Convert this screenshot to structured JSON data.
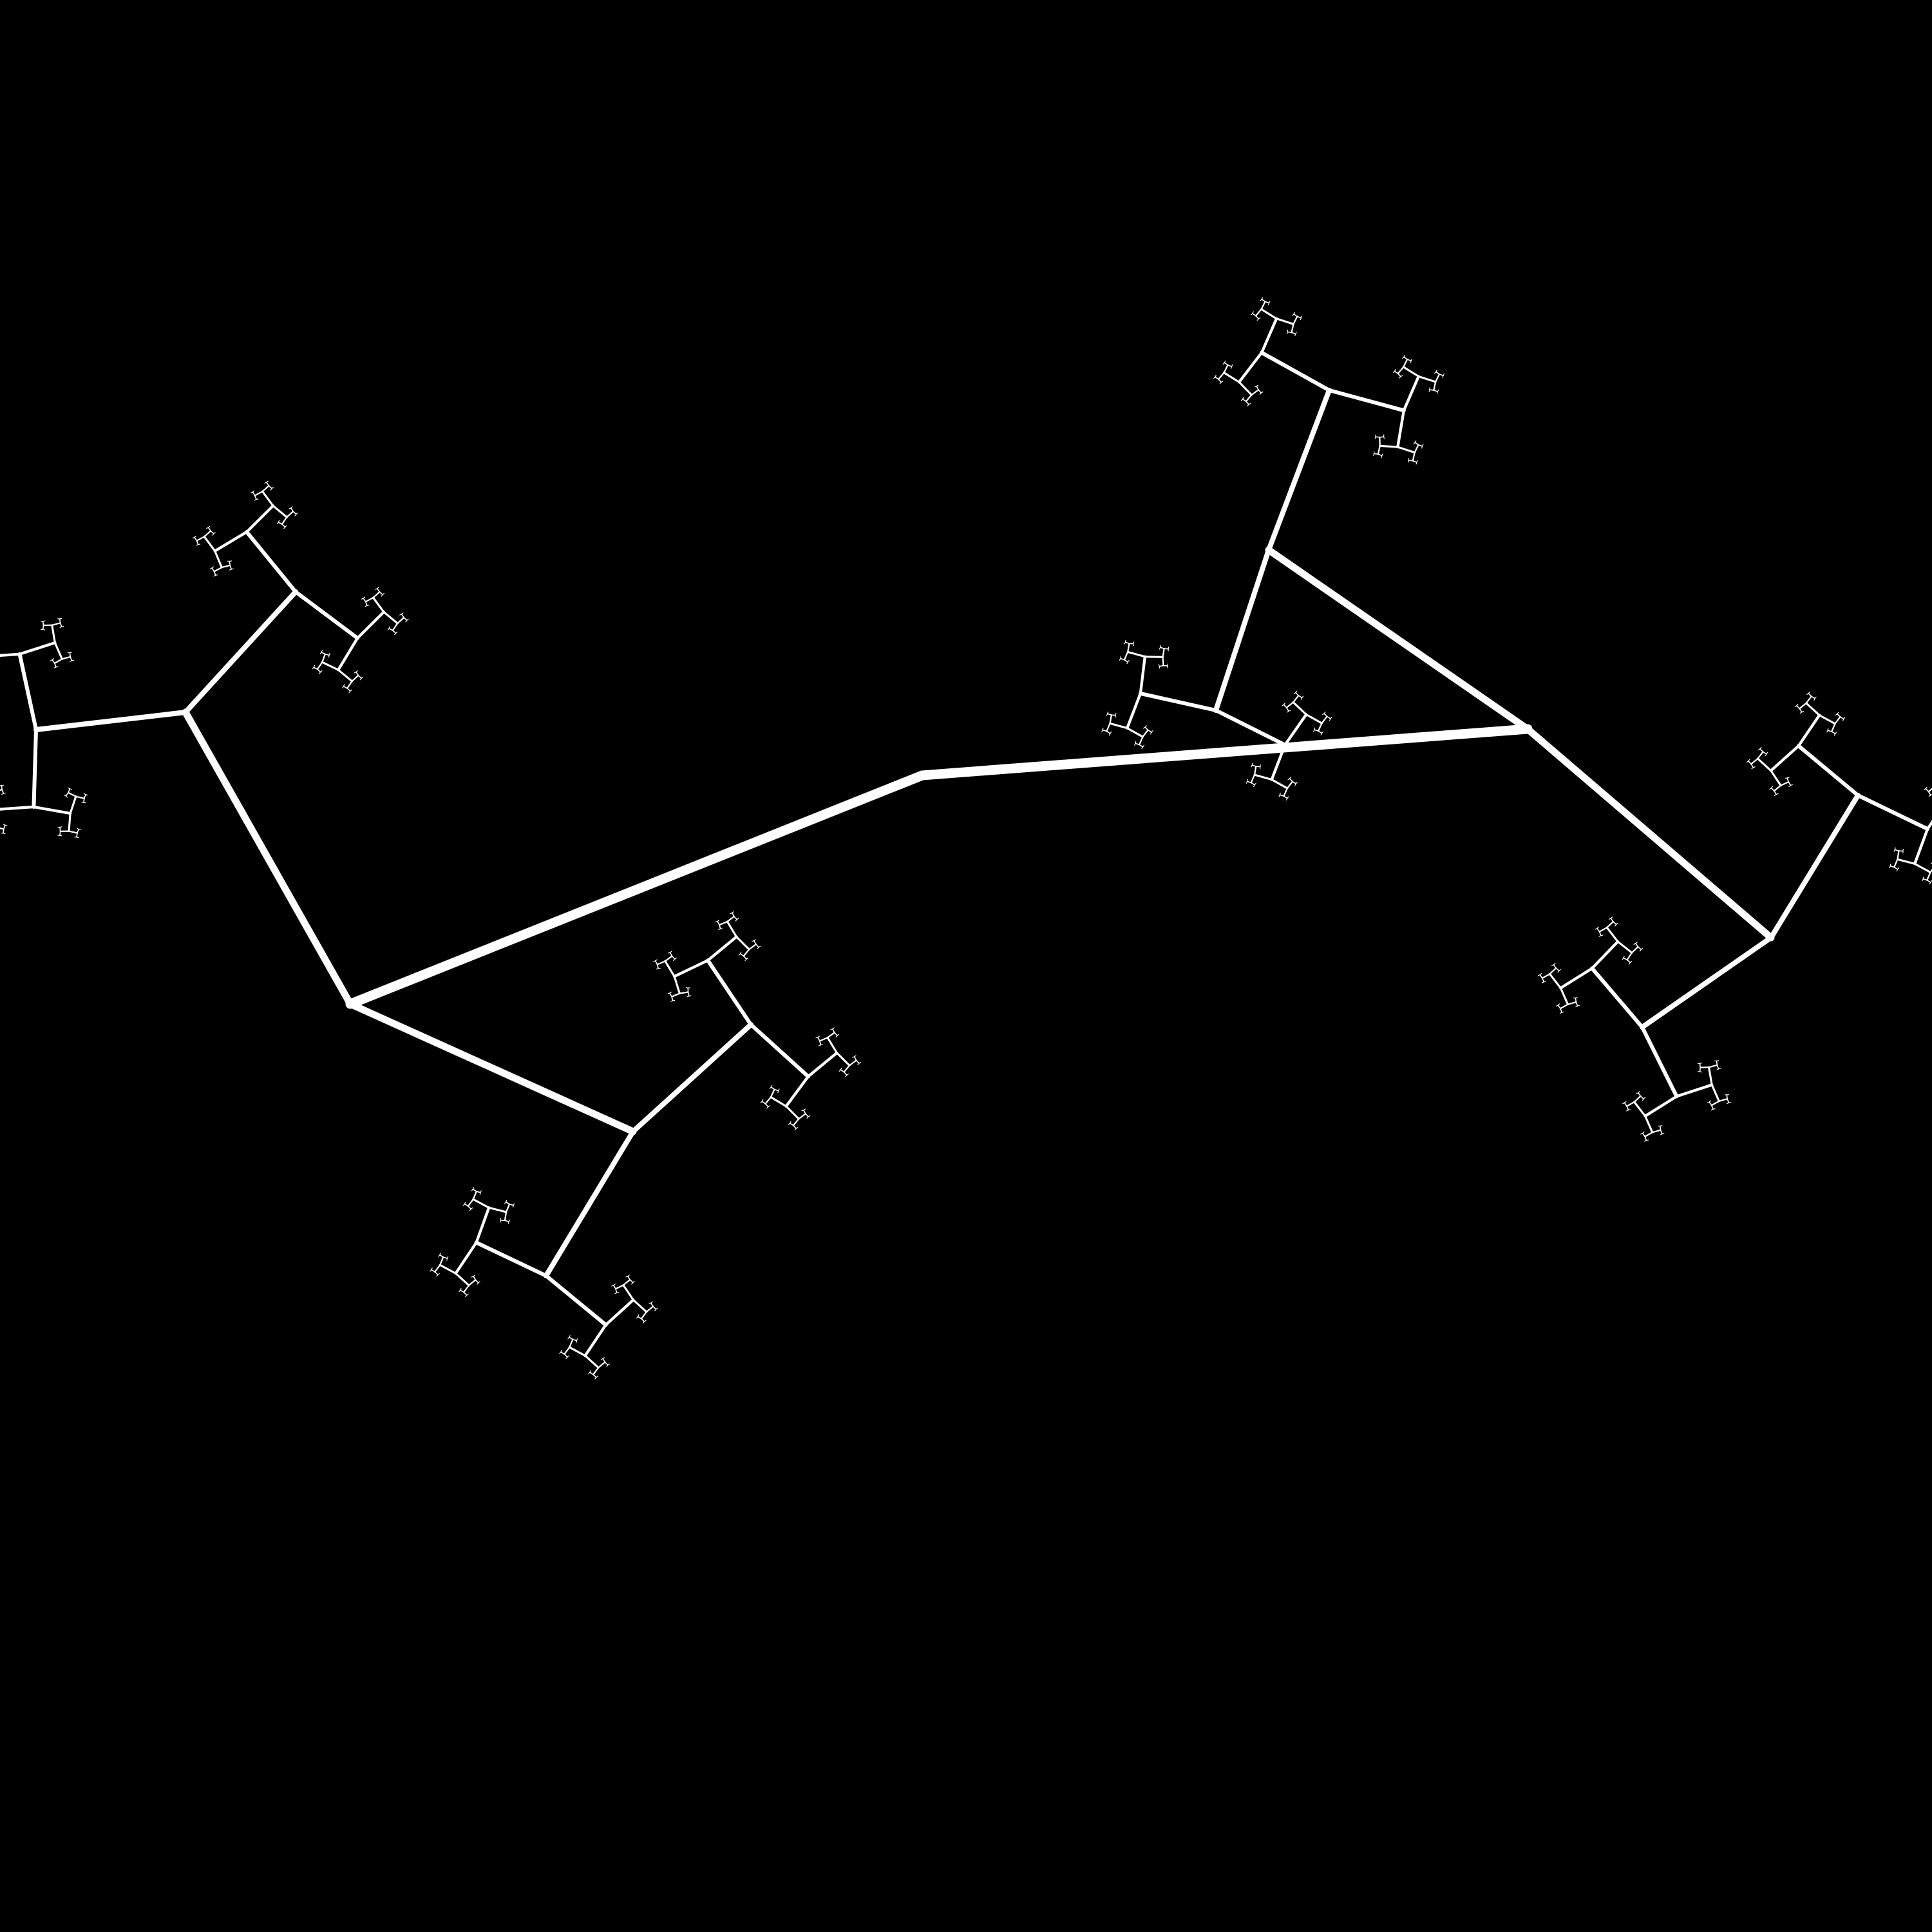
{
  "background_color": "#000000",
  "stroke_color": "#ffffff",
  "figure": "fractal-branching-tree",
  "branching_factor": 3,
  "recursion_levels": 7
}
